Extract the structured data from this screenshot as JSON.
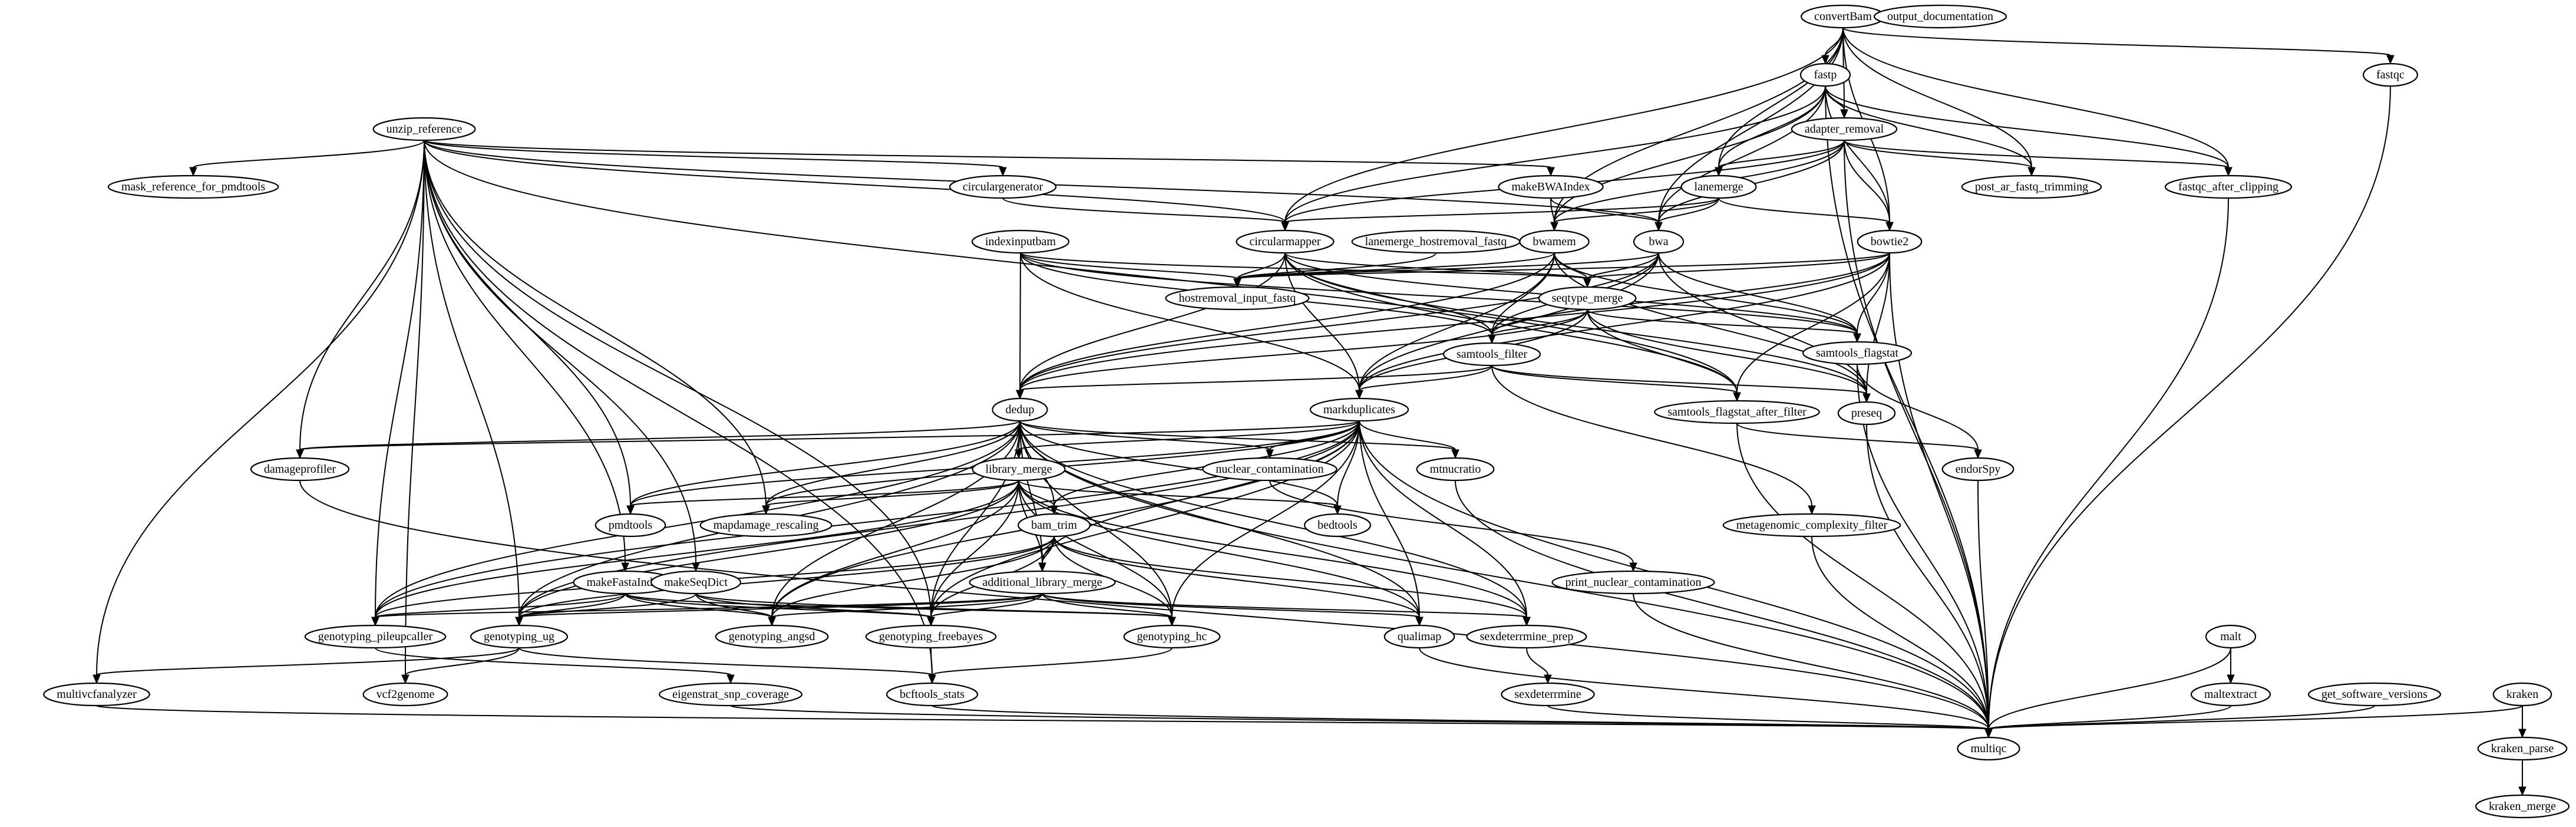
{
  "graph": {
    "nodes": [
      {
        "id": "convertBam",
        "label": "convertBam"
      },
      {
        "id": "output_documentation",
        "label": "output_documentation"
      },
      {
        "id": "fastp",
        "label": "fastp"
      },
      {
        "id": "fastqc",
        "label": "fastqc"
      },
      {
        "id": "adapter_removal",
        "label": "adapter_removal"
      },
      {
        "id": "post_ar_fastq_trimming",
        "label": "post_ar_fastq_trimming"
      },
      {
        "id": "fastqc_after_clipping",
        "label": "fastqc_after_clipping"
      },
      {
        "id": "unzip_reference",
        "label": "unzip_reference"
      },
      {
        "id": "mask_reference_for_pmdtools",
        "label": "mask_reference_for_pmdtools"
      },
      {
        "id": "circulargenerator",
        "label": "circulargenerator"
      },
      {
        "id": "makeBWAIndex",
        "label": "makeBWAIndex"
      },
      {
        "id": "lanemerge",
        "label": "lanemerge"
      },
      {
        "id": "circularmapper",
        "label": "circularmapper"
      },
      {
        "id": "bwamem",
        "label": "bwamem"
      },
      {
        "id": "bwa",
        "label": "bwa"
      },
      {
        "id": "bowtie2",
        "label": "bowtie2"
      },
      {
        "id": "lanemerge_hostremoval_fastq",
        "label": "lanemerge_hostremoval_fastq"
      },
      {
        "id": "indexinputbam",
        "label": "indexinputbam"
      },
      {
        "id": "hostremoval_input_fastq",
        "label": "hostremoval_input_fastq"
      },
      {
        "id": "seqtype_merge",
        "label": "seqtype_merge"
      },
      {
        "id": "samtools_flagstat",
        "label": "samtools_flagstat"
      },
      {
        "id": "samtools_filter",
        "label": "samtools_filter"
      },
      {
        "id": "dedup",
        "label": "dedup"
      },
      {
        "id": "markduplicates",
        "label": "markduplicates"
      },
      {
        "id": "samtools_flagstat_after_filter",
        "label": "samtools_flagstat_after_filter"
      },
      {
        "id": "preseq",
        "label": "preseq"
      },
      {
        "id": "damageprofiler",
        "label": "damageprofiler"
      },
      {
        "id": "library_merge",
        "label": "library_merge"
      },
      {
        "id": "nuclear_contamination",
        "label": "nuclear_contamination"
      },
      {
        "id": "mtnucratio",
        "label": "mtnucratio"
      },
      {
        "id": "endorSpy",
        "label": "endorSpy"
      },
      {
        "id": "pmdtools",
        "label": "pmdtools"
      },
      {
        "id": "mapdamage_rescaling",
        "label": "mapdamage_rescaling"
      },
      {
        "id": "bedtools",
        "label": "bedtools"
      },
      {
        "id": "metagenomic_complexity_filter",
        "label": "metagenomic_complexity_filter"
      },
      {
        "id": "bam_trim",
        "label": "bam_trim"
      },
      {
        "id": "makeFastaIndex",
        "label": "makeFastaIndex"
      },
      {
        "id": "makeSeqDict",
        "label": "makeSeqDict"
      },
      {
        "id": "additional_library_merge",
        "label": "additional_library_merge"
      },
      {
        "id": "print_nuclear_contamination",
        "label": "print_nuclear_contamination"
      },
      {
        "id": "genotyping_pileupcaller",
        "label": "genotyping_pileupcaller"
      },
      {
        "id": "genotyping_ug",
        "label": "genotyping_ug"
      },
      {
        "id": "genotyping_angsd",
        "label": "genotyping_angsd"
      },
      {
        "id": "genotyping_freebayes",
        "label": "genotyping_freebayes"
      },
      {
        "id": "genotyping_hc",
        "label": "genotyping_hc"
      },
      {
        "id": "qualimap",
        "label": "qualimap"
      },
      {
        "id": "sexdeterrmine_prep",
        "label": "sexdeterrmine_prep"
      },
      {
        "id": "malt",
        "label": "malt"
      },
      {
        "id": "multivcfanalyzer",
        "label": "multivcfanalyzer"
      },
      {
        "id": "vcf2genome",
        "label": "vcf2genome"
      },
      {
        "id": "eigenstrat_snp_coverage",
        "label": "eigenstrat_snp_coverage"
      },
      {
        "id": "bcftools_stats",
        "label": "bcftools_stats"
      },
      {
        "id": "sexdeterrmine",
        "label": "sexdeterrmine"
      },
      {
        "id": "maltextract",
        "label": "maltextract"
      },
      {
        "id": "get_software_versions",
        "label": "get_software_versions"
      },
      {
        "id": "kraken",
        "label": "kraken"
      },
      {
        "id": "multiqc",
        "label": "multiqc"
      },
      {
        "id": "kraken_parse",
        "label": "kraken_parse"
      },
      {
        "id": "kraken_merge",
        "label": "kraken_merge"
      }
    ],
    "edges": [
      [
        "convertBam",
        "fastp"
      ],
      [
        "convertBam",
        "fastqc"
      ],
      [
        "convertBam",
        "adapter_removal"
      ],
      [
        "convertBam",
        "post_ar_fastq_trimming"
      ],
      [
        "convertBam",
        "fastqc_after_clipping"
      ],
      [
        "convertBam",
        "lanemerge"
      ],
      [
        "convertBam",
        "circularmapper"
      ],
      [
        "convertBam",
        "bwamem"
      ],
      [
        "convertBam",
        "bwa"
      ],
      [
        "convertBam",
        "bowtie2"
      ],
      [
        "fastp",
        "adapter_removal"
      ],
      [
        "fastp",
        "post_ar_fastq_trimming"
      ],
      [
        "fastp",
        "fastqc_after_clipping"
      ],
      [
        "fastp",
        "lanemerge"
      ],
      [
        "fastp",
        "circularmapper"
      ],
      [
        "fastp",
        "bwamem"
      ],
      [
        "fastp",
        "bwa"
      ],
      [
        "fastp",
        "bowtie2"
      ],
      [
        "fastp",
        "multiqc"
      ],
      [
        "fastqc",
        "multiqc"
      ],
      [
        "adapter_removal",
        "post_ar_fastq_trimming"
      ],
      [
        "adapter_removal",
        "fastqc_after_clipping"
      ],
      [
        "adapter_removal",
        "lanemerge"
      ],
      [
        "adapter_removal",
        "circularmapper"
      ],
      [
        "adapter_removal",
        "bwamem"
      ],
      [
        "adapter_removal",
        "bwa"
      ],
      [
        "adapter_removal",
        "bowtie2"
      ],
      [
        "adapter_removal",
        "multiqc"
      ],
      [
        "fastqc_after_clipping",
        "multiqc"
      ],
      [
        "unzip_reference",
        "mask_reference_for_pmdtools"
      ],
      [
        "unzip_reference",
        "circulargenerator"
      ],
      [
        "unzip_reference",
        "makeBWAIndex"
      ],
      [
        "unzip_reference",
        "circularmapper"
      ],
      [
        "unzip_reference",
        "damageprofiler"
      ],
      [
        "unzip_reference",
        "pmdtools"
      ],
      [
        "unzip_reference",
        "mapdamage_rescaling"
      ],
      [
        "unzip_reference",
        "makeFastaIndex"
      ],
      [
        "unzip_reference",
        "makeSeqDict"
      ],
      [
        "unzip_reference",
        "genotyping_pileupcaller"
      ],
      [
        "unzip_reference",
        "genotyping_ug"
      ],
      [
        "unzip_reference",
        "genotyping_freebayes"
      ],
      [
        "unzip_reference",
        "multivcfanalyzer"
      ],
      [
        "unzip_reference",
        "vcf2genome"
      ],
      [
        "unzip_reference",
        "bcftools_stats"
      ],
      [
        "unzip_reference",
        "samtools_flagstat_after_filter"
      ],
      [
        "unzip_reference",
        "bwa"
      ],
      [
        "circulargenerator",
        "circularmapper"
      ],
      [
        "makeBWAIndex",
        "bwamem"
      ],
      [
        "makeBWAIndex",
        "bwa"
      ],
      [
        "lanemerge",
        "circularmapper"
      ],
      [
        "lanemerge",
        "bwamem"
      ],
      [
        "lanemerge",
        "bwa"
      ],
      [
        "lanemerge",
        "bowtie2"
      ],
      [
        "circularmapper",
        "hostremoval_input_fastq"
      ],
      [
        "circularmapper",
        "seqtype_merge"
      ],
      [
        "circularmapper",
        "samtools_flagstat"
      ],
      [
        "circularmapper",
        "samtools_filter"
      ],
      [
        "circularmapper",
        "dedup"
      ],
      [
        "circularmapper",
        "markduplicates"
      ],
      [
        "circularmapper",
        "samtools_flagstat_after_filter"
      ],
      [
        "circularmapper",
        "preseq"
      ],
      [
        "bwamem",
        "hostremoval_input_fastq"
      ],
      [
        "bwamem",
        "seqtype_merge"
      ],
      [
        "bwamem",
        "samtools_flagstat"
      ],
      [
        "bwamem",
        "samtools_filter"
      ],
      [
        "bwamem",
        "dedup"
      ],
      [
        "bwamem",
        "markduplicates"
      ],
      [
        "bwamem",
        "preseq"
      ],
      [
        "bwa",
        "hostremoval_input_fastq"
      ],
      [
        "bwa",
        "seqtype_merge"
      ],
      [
        "bwa",
        "samtools_flagstat"
      ],
      [
        "bwa",
        "samtools_filter"
      ],
      [
        "bwa",
        "dedup"
      ],
      [
        "bwa",
        "markduplicates"
      ],
      [
        "bwa",
        "preseq"
      ],
      [
        "bowtie2",
        "hostremoval_input_fastq"
      ],
      [
        "bowtie2",
        "seqtype_merge"
      ],
      [
        "bowtie2",
        "samtools_flagstat"
      ],
      [
        "bowtie2",
        "samtools_filter"
      ],
      [
        "bowtie2",
        "dedup"
      ],
      [
        "bowtie2",
        "markduplicates"
      ],
      [
        "bowtie2",
        "samtools_flagstat_after_filter"
      ],
      [
        "bowtie2",
        "preseq"
      ],
      [
        "bowtie2",
        "multiqc"
      ],
      [
        "lanemerge_hostremoval_fastq",
        "hostremoval_input_fastq"
      ],
      [
        "indexinputbam",
        "hostremoval_input_fastq"
      ],
      [
        "indexinputbam",
        "seqtype_merge"
      ],
      [
        "indexinputbam",
        "samtools_filter"
      ],
      [
        "indexinputbam",
        "dedup"
      ],
      [
        "indexinputbam",
        "markduplicates"
      ],
      [
        "indexinputbam",
        "samtools_flagstat"
      ],
      [
        "seqtype_merge",
        "samtools_flagstat"
      ],
      [
        "seqtype_merge",
        "samtools_filter"
      ],
      [
        "seqtype_merge",
        "dedup"
      ],
      [
        "seqtype_merge",
        "markduplicates"
      ],
      [
        "seqtype_merge",
        "samtools_flagstat_after_filter"
      ],
      [
        "seqtype_merge",
        "preseq"
      ],
      [
        "samtools_flagstat",
        "endorSpy"
      ],
      [
        "samtools_flagstat",
        "multiqc"
      ],
      [
        "samtools_filter",
        "dedup"
      ],
      [
        "samtools_filter",
        "markduplicates"
      ],
      [
        "samtools_filter",
        "samtools_flagstat_after_filter"
      ],
      [
        "samtools_filter",
        "preseq"
      ],
      [
        "samtools_filter",
        "metagenomic_complexity_filter"
      ],
      [
        "samtools_flagstat_after_filter",
        "endorSpy"
      ],
      [
        "samtools_flagstat_after_filter",
        "multiqc"
      ],
      [
        "preseq",
        "multiqc"
      ],
      [
        "dedup",
        "damageprofiler"
      ],
      [
        "dedup",
        "library_merge"
      ],
      [
        "dedup",
        "nuclear_contamination"
      ],
      [
        "dedup",
        "pmdtools"
      ],
      [
        "dedup",
        "mapdamage_rescaling"
      ],
      [
        "dedup",
        "bedtools"
      ],
      [
        "dedup",
        "bam_trim"
      ],
      [
        "dedup",
        "additional_library_merge"
      ],
      [
        "dedup",
        "genotyping_pileupcaller"
      ],
      [
        "dedup",
        "genotyping_ug"
      ],
      [
        "dedup",
        "genotyping_angsd"
      ],
      [
        "dedup",
        "genotyping_freebayes"
      ],
      [
        "dedup",
        "genotyping_hc"
      ],
      [
        "dedup",
        "qualimap"
      ],
      [
        "dedup",
        "sexdeterrmine_prep"
      ],
      [
        "dedup",
        "multiqc"
      ],
      [
        "dedup",
        "mtnucratio"
      ],
      [
        "markduplicates",
        "damageprofiler"
      ],
      [
        "markduplicates",
        "library_merge"
      ],
      [
        "markduplicates",
        "nuclear_contamination"
      ],
      [
        "markduplicates",
        "mtnucratio"
      ],
      [
        "markduplicates",
        "pmdtools"
      ],
      [
        "markduplicates",
        "mapdamage_rescaling"
      ],
      [
        "markduplicates",
        "bedtools"
      ],
      [
        "markduplicates",
        "bam_trim"
      ],
      [
        "markduplicates",
        "additional_library_merge"
      ],
      [
        "markduplicates",
        "genotyping_pileupcaller"
      ],
      [
        "markduplicates",
        "genotyping_ug"
      ],
      [
        "markduplicates",
        "genotyping_angsd"
      ],
      [
        "markduplicates",
        "genotyping_freebayes"
      ],
      [
        "markduplicates",
        "genotyping_hc"
      ],
      [
        "markduplicates",
        "qualimap"
      ],
      [
        "markduplicates",
        "sexdeterrmine_prep"
      ],
      [
        "markduplicates",
        "multiqc"
      ],
      [
        "damageprofiler",
        "multiqc"
      ],
      [
        "library_merge",
        "pmdtools"
      ],
      [
        "library_merge",
        "mapdamage_rescaling"
      ],
      [
        "library_merge",
        "bedtools"
      ],
      [
        "library_merge",
        "bam_trim"
      ],
      [
        "library_merge",
        "additional_library_merge"
      ],
      [
        "library_merge",
        "genotyping_pileupcaller"
      ],
      [
        "library_merge",
        "genotyping_ug"
      ],
      [
        "library_merge",
        "genotyping_angsd"
      ],
      [
        "library_merge",
        "genotyping_freebayes"
      ],
      [
        "library_merge",
        "genotyping_hc"
      ],
      [
        "library_merge",
        "qualimap"
      ],
      [
        "library_merge",
        "sexdeterrmine_prep"
      ],
      [
        "nuclear_contamination",
        "print_nuclear_contamination"
      ],
      [
        "mtnucratio",
        "multiqc"
      ],
      [
        "endorSpy",
        "multiqc"
      ],
      [
        "metagenomic_complexity_filter",
        "multiqc"
      ],
      [
        "bam_trim",
        "additional_library_merge"
      ],
      [
        "bam_trim",
        "genotyping_pileupcaller"
      ],
      [
        "bam_trim",
        "genotyping_ug"
      ],
      [
        "bam_trim",
        "genotyping_angsd"
      ],
      [
        "bam_trim",
        "genotyping_freebayes"
      ],
      [
        "bam_trim",
        "genotyping_hc"
      ],
      [
        "bam_trim",
        "qualimap"
      ],
      [
        "bam_trim",
        "sexdeterrmine_prep"
      ],
      [
        "makeFastaIndex",
        "genotyping_pileupcaller"
      ],
      [
        "makeFastaIndex",
        "genotyping_ug"
      ],
      [
        "makeFastaIndex",
        "genotyping_angsd"
      ],
      [
        "makeFastaIndex",
        "genotyping_freebayes"
      ],
      [
        "makeFastaIndex",
        "genotyping_hc"
      ],
      [
        "makeSeqDict",
        "genotyping_ug"
      ],
      [
        "makeSeqDict",
        "genotyping_angsd"
      ],
      [
        "makeSeqDict",
        "genotyping_freebayes"
      ],
      [
        "makeSeqDict",
        "genotyping_hc"
      ],
      [
        "additional_library_merge",
        "genotyping_pileupcaller"
      ],
      [
        "additional_library_merge",
        "genotyping_ug"
      ],
      [
        "additional_library_merge",
        "genotyping_angsd"
      ],
      [
        "additional_library_merge",
        "genotyping_freebayes"
      ],
      [
        "additional_library_merge",
        "genotyping_hc"
      ],
      [
        "additional_library_merge",
        "qualimap"
      ],
      [
        "additional_library_merge",
        "sexdeterrmine_prep"
      ],
      [
        "print_nuclear_contamination",
        "multiqc"
      ],
      [
        "genotyping_pileupcaller",
        "eigenstrat_snp_coverage"
      ],
      [
        "genotyping_ug",
        "multivcfanalyzer"
      ],
      [
        "genotyping_ug",
        "vcf2genome"
      ],
      [
        "genotyping_ug",
        "bcftools_stats"
      ],
      [
        "genotyping_freebayes",
        "bcftools_stats"
      ],
      [
        "genotyping_hc",
        "bcftools_stats"
      ],
      [
        "qualimap",
        "multiqc"
      ],
      [
        "sexdeterrmine_prep",
        "sexdeterrmine"
      ],
      [
        "malt",
        "maltextract"
      ],
      [
        "malt",
        "multiqc"
      ],
      [
        "multivcfanalyzer",
        "multiqc"
      ],
      [
        "eigenstrat_snp_coverage",
        "multiqc"
      ],
      [
        "bcftools_stats",
        "multiqc"
      ],
      [
        "sexdeterrmine",
        "multiqc"
      ],
      [
        "maltextract",
        "multiqc"
      ],
      [
        "get_software_versions",
        "multiqc"
      ],
      [
        "kraken",
        "multiqc"
      ],
      [
        "kraken",
        "kraken_parse"
      ],
      [
        "kraken_parse",
        "kraken_merge"
      ]
    ]
  }
}
